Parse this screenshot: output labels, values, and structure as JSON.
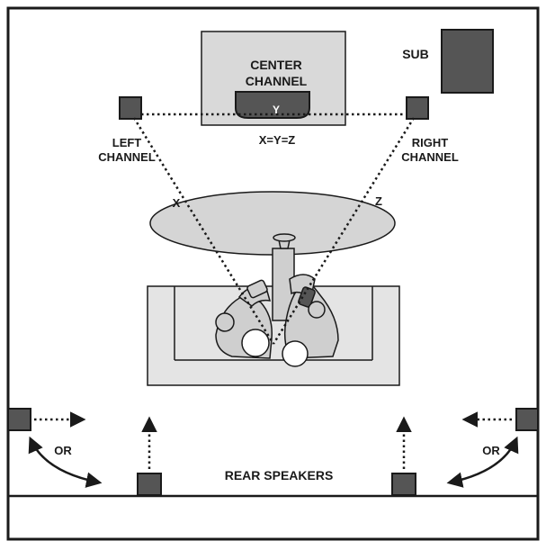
{
  "labels": {
    "center_line1": "CENTER",
    "center_line2": "CHANNEL",
    "sub": "SUB",
    "left_line1": "LEFT",
    "left_line2": "CHANNEL",
    "right_line1": "RIGHT",
    "right_line2": "CHANNEL",
    "equation": "X=Y=Z",
    "x": "X",
    "y": "Y",
    "z": "Z",
    "or_left": "OR",
    "or_right": "OR",
    "rear_speakers": "REAR SPEAKERS"
  },
  "colors": {
    "speaker": "#555555",
    "screen": "#d9d9d9",
    "couch": "#e4e4e4",
    "table": "#d5d5d5",
    "person": "#cfcfcf",
    "outline": "#1a1a1a"
  }
}
